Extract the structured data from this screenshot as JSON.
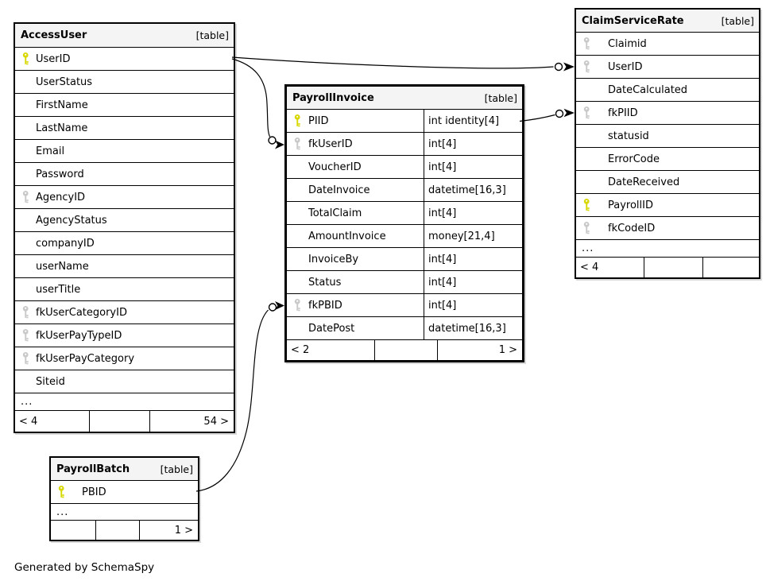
{
  "footer_note": "Generated by SchemaSpy",
  "colors": {
    "pk_key": "#d8d800",
    "fk_key": "#c9c9c9",
    "header_bg": "#f4f4f4",
    "border": "#000000"
  },
  "tables": [
    {
      "id": "access-user",
      "title": "AccessUser",
      "tag": "[table]",
      "emphasized": false,
      "columns": [
        {
          "name": "UserID",
          "key": "pk"
        },
        {
          "name": "UserStatus"
        },
        {
          "name": "FirstName"
        },
        {
          "name": "LastName"
        },
        {
          "name": "Email"
        },
        {
          "name": "Password"
        },
        {
          "name": "AgencyID",
          "key": "fk"
        },
        {
          "name": "AgencyStatus"
        },
        {
          "name": "companyID"
        },
        {
          "name": "userName"
        },
        {
          "name": "userTitle"
        },
        {
          "name": "fkUserCategoryID",
          "key": "fk"
        },
        {
          "name": "fkUserPayTypeID",
          "key": "fk"
        },
        {
          "name": "fkUserPayCategory",
          "key": "fk"
        },
        {
          "name": "Siteid"
        }
      ],
      "truncated": "...",
      "footer": [
        "< 4",
        "",
        "54 >"
      ]
    },
    {
      "id": "payroll-invoice",
      "title": "PayrollInvoice",
      "tag": "[table]",
      "emphasized": true,
      "columns": [
        {
          "name": "PIID",
          "type": "int identity[4]",
          "key": "pk"
        },
        {
          "name": "fkUserID",
          "type": "int[4]",
          "key": "fk"
        },
        {
          "name": "VoucherID",
          "type": "int[4]"
        },
        {
          "name": "DateInvoice",
          "type": "datetime[16,3]"
        },
        {
          "name": "TotalClaim",
          "type": "int[4]"
        },
        {
          "name": "AmountInvoice",
          "type": "money[21,4]"
        },
        {
          "name": "InvoiceBy",
          "type": "int[4]"
        },
        {
          "name": "Status",
          "type": "int[4]"
        },
        {
          "name": "fkPBID",
          "type": "int[4]",
          "key": "fk"
        },
        {
          "name": "DatePost",
          "type": "datetime[16,3]"
        }
      ],
      "footer": [
        "< 2",
        "",
        "1 >"
      ]
    },
    {
      "id": "claim-service-rate",
      "title": "ClaimServiceRate",
      "tag": "[table]",
      "emphasized": false,
      "columns": [
        {
          "name": "Claimid",
          "key": "fk"
        },
        {
          "name": "UserID",
          "key": "fk"
        },
        {
          "name": "DateCalculated"
        },
        {
          "name": "fkPIID",
          "key": "fk"
        },
        {
          "name": "statusid"
        },
        {
          "name": "ErrorCode"
        },
        {
          "name": "DateReceived"
        },
        {
          "name": "PayrollID",
          "key": "pk"
        },
        {
          "name": "fkCodeID",
          "key": "fk"
        }
      ],
      "truncated": "...",
      "footer": [
        "< 4",
        "",
        ""
      ]
    },
    {
      "id": "payroll-batch",
      "title": "PayrollBatch",
      "tag": "[table]",
      "emphasized": false,
      "columns": [
        {
          "name": "PBID",
          "key": "pk"
        }
      ],
      "truncated": "...",
      "footer": [
        "",
        "",
        "1 >"
      ]
    }
  ],
  "relationships": [
    {
      "from": "AccessUser.UserID",
      "to": "ClaimServiceRate.UserID"
    },
    {
      "from": "AccessUser.UserID",
      "to": "PayrollInvoice.fkUserID"
    },
    {
      "from": "PayrollInvoice.PIID",
      "to": "ClaimServiceRate.fkPIID"
    },
    {
      "from": "PayrollBatch.PBID",
      "to": "PayrollInvoice.fkPBID"
    }
  ]
}
